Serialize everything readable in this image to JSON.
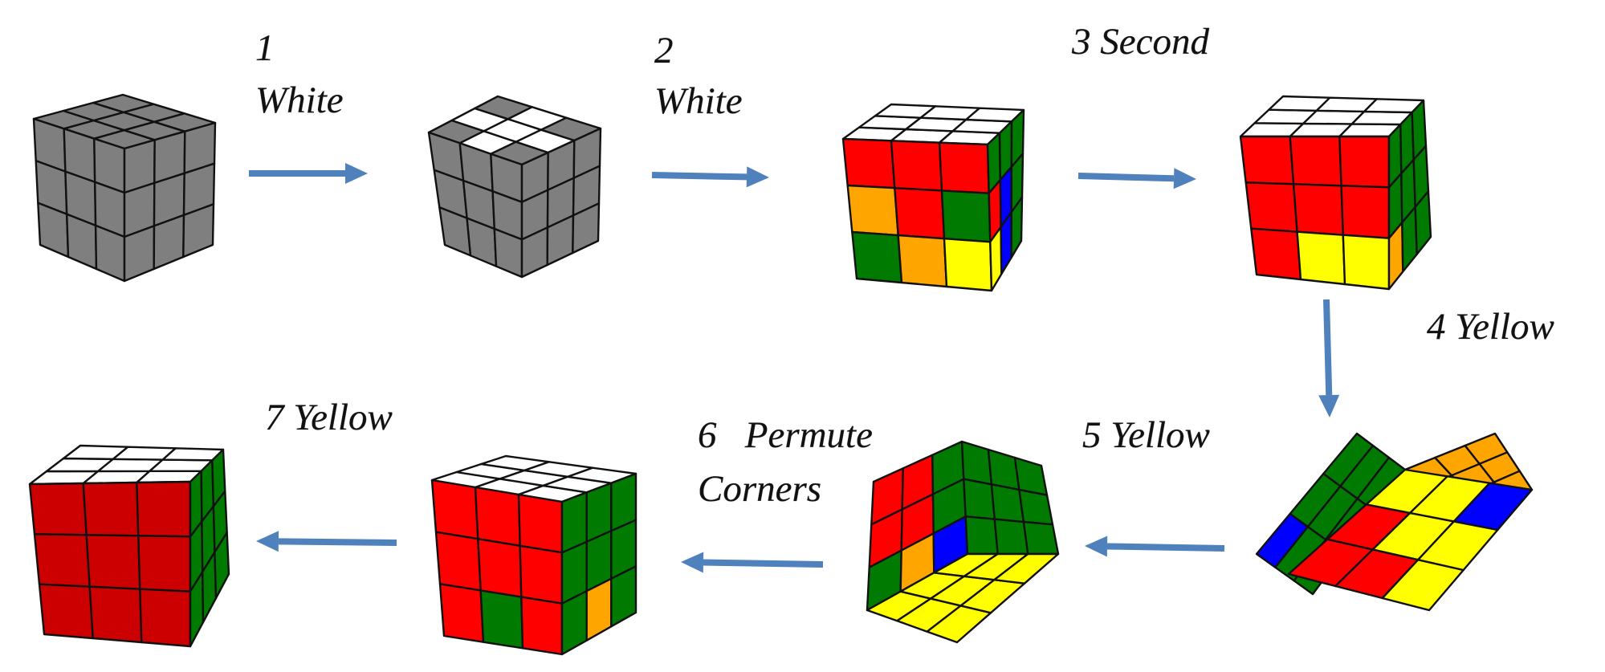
{
  "diagram": {
    "colors": {
      "W": "#ffffff",
      "X": "#7f7f7f",
      "R": "#ff0000",
      "D": "#cc0000",
      "G": "#007a00",
      "O": "#ffa500",
      "Y": "#ffff00",
      "B": "#0000ff",
      "arrow": "#4f81bd"
    },
    "labels": [
      {
        "id": "step-1-label",
        "lines": [
          "1",
          "White"
        ]
      },
      {
        "id": "step-2-label",
        "lines": [
          "2",
          "White"
        ]
      },
      {
        "id": "step-3-label",
        "lines": [
          "3 Second"
        ]
      },
      {
        "id": "step-4-label",
        "lines": [
          "4 Yellow"
        ]
      },
      {
        "id": "step-5-label",
        "lines": [
          "5 Yellow"
        ]
      },
      {
        "id": "step-6-label",
        "lines": [
          "6   Permute",
          "Corners"
        ]
      },
      {
        "id": "step-7-label",
        "lines": [
          "7 Yellow"
        ]
      }
    ],
    "cubes": [
      {
        "id": "cube-scrambled",
        "faces": {
          "top": [
            "X",
            "X",
            "X",
            "X",
            "X",
            "X",
            "X",
            "X",
            "X"
          ],
          "front": [
            "X",
            "X",
            "X",
            "X",
            "X",
            "X",
            "X",
            "X",
            "X"
          ],
          "side": [
            "X",
            "X",
            "X",
            "X",
            "X",
            "X",
            "X",
            "X",
            "X"
          ]
        }
      },
      {
        "id": "cube-white-cross",
        "faces": {
          "top": [
            "X",
            "W",
            "X",
            "W",
            "W",
            "W",
            "X",
            "W",
            "X"
          ],
          "front": [
            "X",
            "X",
            "X",
            "X",
            "X",
            "X",
            "X",
            "X",
            "X"
          ],
          "side": [
            "X",
            "X",
            "X",
            "X",
            "X",
            "X",
            "X",
            "X",
            "X"
          ]
        }
      },
      {
        "id": "cube-white-face",
        "faces": {
          "top": [
            "W",
            "W",
            "W",
            "W",
            "W",
            "W",
            "W",
            "W",
            "W"
          ],
          "front": [
            "R",
            "R",
            "R",
            "O",
            "R",
            "G",
            "G",
            "O",
            "Y"
          ],
          "side": [
            "G",
            "G",
            "G",
            "R",
            "B",
            "G",
            "Y",
            "B",
            "G"
          ]
        }
      },
      {
        "id": "cube-second-layer",
        "faces": {
          "top": [
            "W",
            "W",
            "W",
            "W",
            "W",
            "W",
            "W",
            "W",
            "W"
          ],
          "front": [
            "R",
            "R",
            "R",
            "R",
            "R",
            "R",
            "R",
            "Y",
            "Y"
          ],
          "side": [
            "G",
            "G",
            "G",
            "G",
            "G",
            "G",
            "O",
            "G",
            "G"
          ]
        }
      },
      {
        "id": "cube-yellow-cross",
        "faces": {
          "left": [
            "G",
            "G",
            "G",
            "G",
            "G",
            "G",
            "B",
            "G",
            "G"
          ],
          "right": [
            "O",
            "O",
            "O",
            "Y",
            "O",
            "O",
            "B",
            "Y",
            "O"
          ],
          "bottom": [
            "R",
            "R",
            "Y",
            "R",
            "Y",
            "Y",
            "Y",
            "Y",
            "B"
          ]
        }
      },
      {
        "id": "cube-yellow-face",
        "faces": {
          "left": [
            "R",
            "R",
            "G",
            "R",
            "R",
            "G",
            "G",
            "O",
            "B"
          ],
          "right": [
            "G",
            "G",
            "G",
            "G",
            "G",
            "G",
            "G",
            "G",
            "G"
          ],
          "bottom": [
            "Y",
            "Y",
            "Y",
            "Y",
            "Y",
            "Y",
            "Y",
            "Y",
            "Y"
          ]
        }
      },
      {
        "id": "cube-permute-corners",
        "faces": {
          "top": [
            "W",
            "W",
            "W",
            "W",
            "W",
            "W",
            "W",
            "W",
            "W"
          ],
          "front": [
            "R",
            "R",
            "R",
            "R",
            "R",
            "R",
            "R",
            "G",
            "R"
          ],
          "side": [
            "G",
            "G",
            "G",
            "G",
            "G",
            "G",
            "G",
            "O",
            "G"
          ]
        }
      },
      {
        "id": "cube-solved",
        "faces": {
          "top": [
            "W",
            "W",
            "W",
            "W",
            "W",
            "W",
            "W",
            "W",
            "W"
          ],
          "front": [
            "D",
            "D",
            "D",
            "D",
            "D",
            "D",
            "D",
            "D",
            "D"
          ],
          "side": [
            "G",
            "G",
            "G",
            "G",
            "G",
            "G",
            "G",
            "G",
            "G"
          ]
        }
      }
    ],
    "arrows": [
      "arrow-1-2",
      "arrow-2-3",
      "arrow-3-4",
      "arrow-4-5",
      "arrow-5-6",
      "arrow-6-7",
      "arrow-7-8"
    ]
  }
}
